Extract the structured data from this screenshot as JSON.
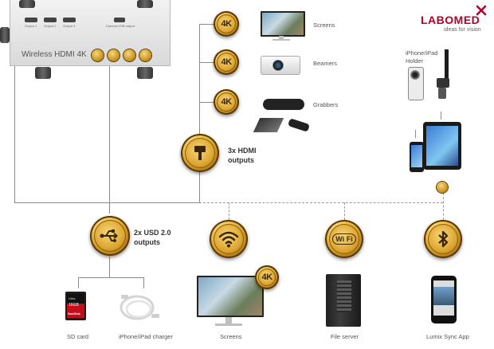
{
  "device": {
    "title": "Wireless HDMI 4K",
    "ports": [
      "Output 1",
      "Output 2",
      "Output 3",
      "Camera USB output"
    ]
  },
  "top_outputs": [
    {
      "badge": "4K",
      "label": "Screens"
    },
    {
      "badge": "4K",
      "label": "Beamers"
    },
    {
      "badge": "4K",
      "label": "Grabbers"
    }
  ],
  "hdmi": {
    "label_line1": "3x HDMI",
    "label_line2": "outputs"
  },
  "usb": {
    "label_line1": "2x USD 2.0",
    "label_line2": "outputs"
  },
  "bottom_labels": {
    "sd_card": "SD card",
    "charger": "iPhone/iPad charger",
    "screens": "Screens",
    "file_server": "File server",
    "lumix": "Lumix Sync App"
  },
  "screens_badge": "4K",
  "holder": {
    "line1": "iPhone/iPad",
    "line2": "Holder"
  },
  "logo": {
    "name": "LABOMED",
    "tagline": "ideas for vision"
  },
  "sd": {
    "brand": "SanDisk",
    "ultra": "Ultra",
    "size": "16GB"
  },
  "wifi_text": "Wi Fi",
  "hdmi_text": "HDMI",
  "colors": {
    "gold": "#e0aa36",
    "logo_red": "#b4002b",
    "line": "#8a8a8a"
  }
}
